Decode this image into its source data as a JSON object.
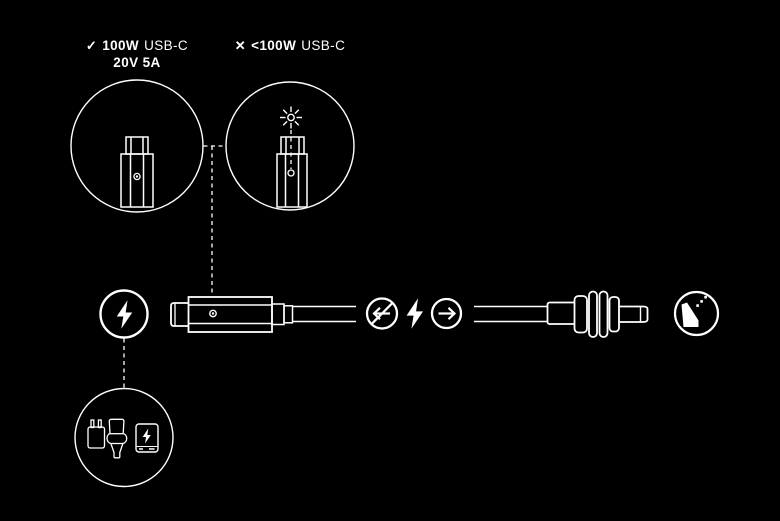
{
  "colors": {
    "background": "#000000",
    "foreground": "#ffffff"
  },
  "annotations": {
    "supported": {
      "check": "✓",
      "wattage": "100W",
      "connector": "USB-C",
      "rating": "20V 5A"
    },
    "unsupported": {
      "cross": "✕",
      "wattage": "<100W",
      "connector": "USB-C"
    }
  },
  "icons": {
    "power_input": "lightning-bolt-in-circle",
    "power_sources": [
      "wall-charger",
      "car-charger",
      "power-bank"
    ],
    "indicator_solid": "led-dot",
    "indicator_blinking": "blinking-led-starburst",
    "no_reverse_charging": "crossed-left-arrow-in-circle",
    "power_delivery": "lightning-bolt",
    "flow_direction": "right-arrow-in-circle",
    "output_plug": "angled-dc-plug-in-circle"
  }
}
